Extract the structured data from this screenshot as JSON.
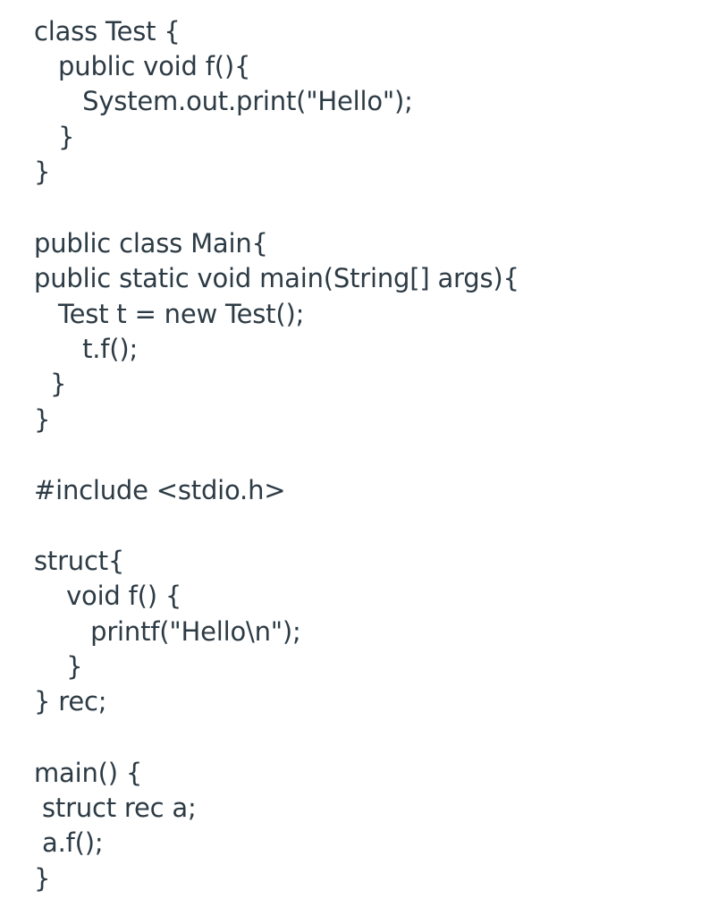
{
  "code_blocks": [
    {
      "lines": [
        "class Test {",
        "   public void f(){",
        "      System.out.print(\"Hello\");",
        "   }",
        "}"
      ]
    },
    {
      "lines": [
        "public class Main{",
        "public static void main(String[] args){",
        "   Test t = new Test();",
        "      t.f();",
        "  }",
        "}"
      ]
    },
    {
      "lines": [
        "#include <stdio.h>"
      ]
    },
    {
      "lines": [
        "struct{",
        "    void f() {",
        "       printf(\"Hello\\n\");",
        "    }",
        "} rec;"
      ]
    },
    {
      "lines": [
        "main() {",
        " struct rec a;",
        " a.f();",
        "}"
      ]
    }
  ]
}
